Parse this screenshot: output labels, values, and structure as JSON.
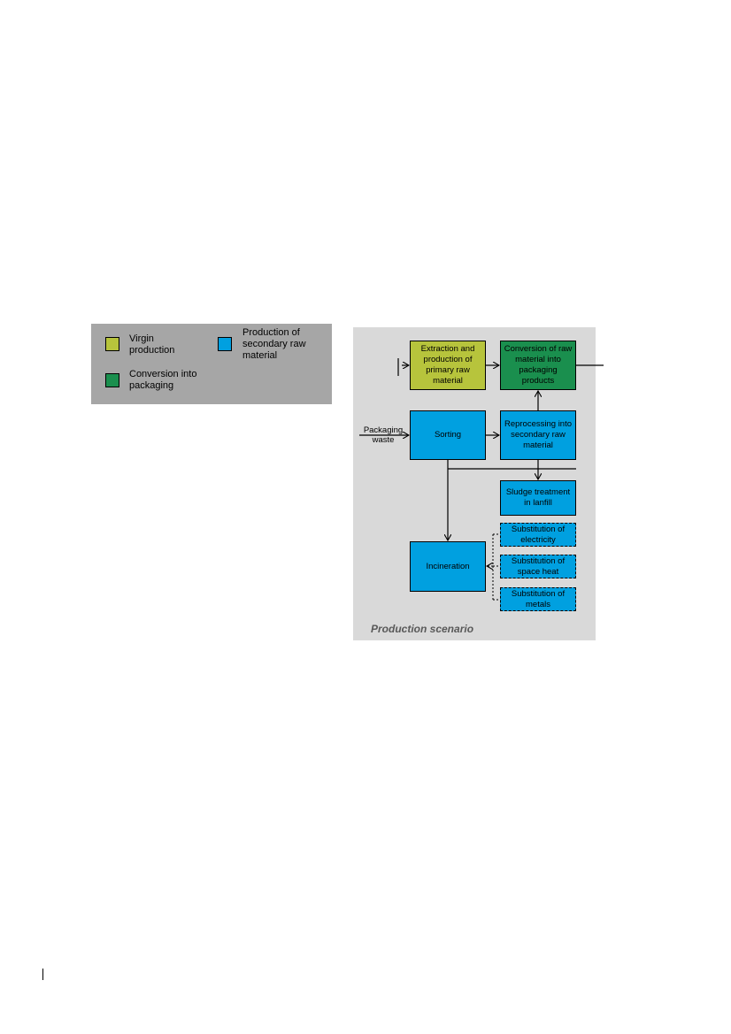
{
  "legend": {
    "items": [
      {
        "label": "Virgin production",
        "color": "#b7c43c"
      },
      {
        "label": "Conversion into packaging",
        "color": "#1a8f4e"
      },
      {
        "label": "Production of secondary raw material",
        "color": "#00a0e0"
      }
    ]
  },
  "diagram": {
    "caption": "Production scenario",
    "input_label": "Packaging waste",
    "nodes": {
      "extraction": "Extraction and production of primary raw material",
      "conversion": "Conversion of raw material into packaging products",
      "sorting": "Sorting",
      "reprocessing": "Reprocessing into secondary raw material",
      "sludge": "Sludge treatment in lanfill",
      "incineration": "Incineration",
      "sub_electricity": "Substitution of electricity",
      "sub_heat": "Substitution of space heat",
      "sub_metals": "Substitution of metals"
    }
  }
}
